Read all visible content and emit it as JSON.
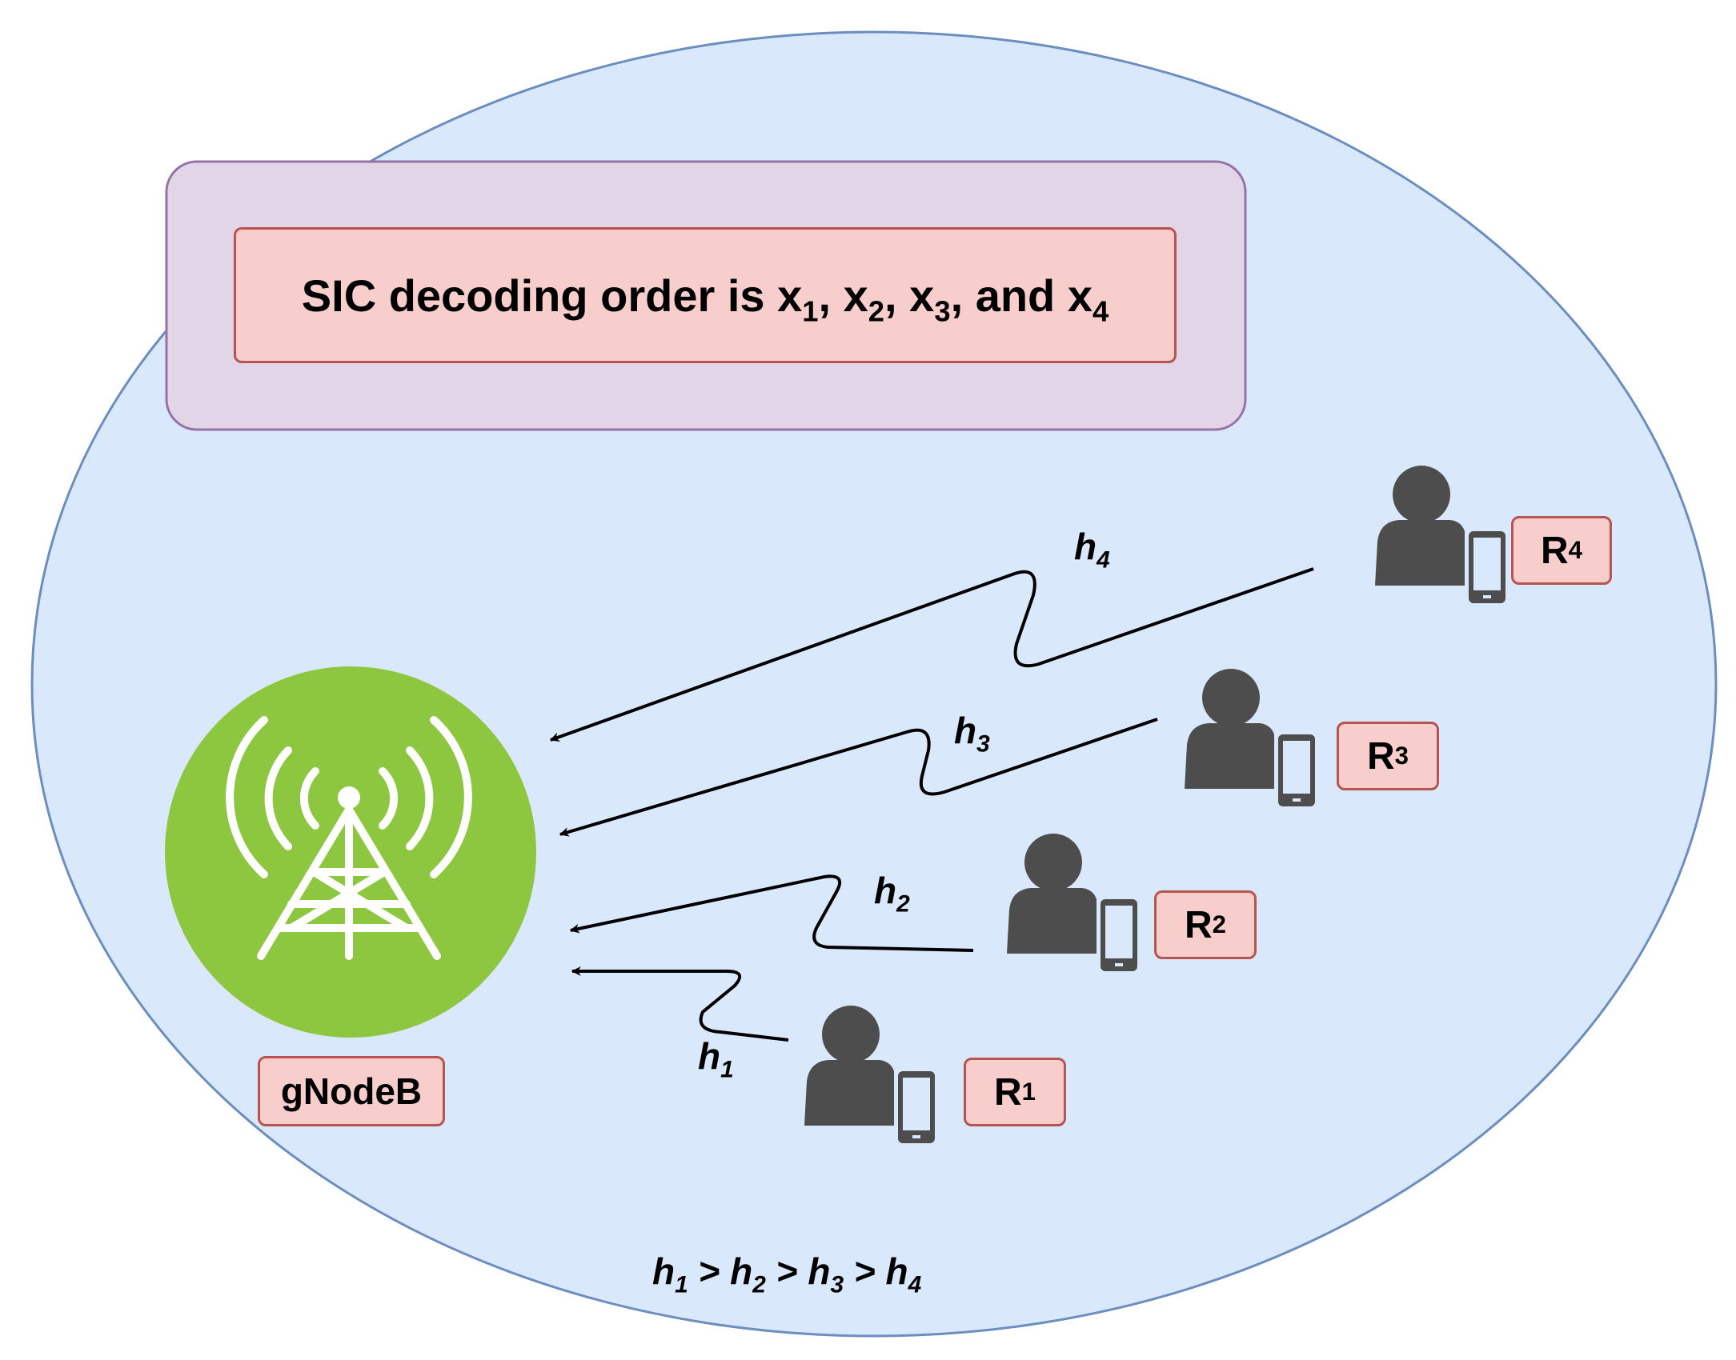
{
  "sic_box": {
    "text": "SIC decoding order is",
    "x1": "x",
    "x1_sub": "1",
    "x2": "x",
    "x2_sub": "2",
    "x3": "x",
    "x3_sub": "3",
    "and_x4": "and x",
    "x4_sub": "4"
  },
  "base_station": {
    "label": "gNodeB",
    "icon": "cell-tower-icon",
    "color": "#8dc63f"
  },
  "receivers": [
    {
      "label": "R",
      "sub": "1",
      "icon": "user-with-phone-icon"
    },
    {
      "label": "R",
      "sub": "2",
      "icon": "user-with-phone-icon"
    },
    {
      "label": "R",
      "sub": "3",
      "icon": "user-with-phone-icon"
    },
    {
      "label": "R",
      "sub": "4",
      "icon": "user-with-phone-icon"
    }
  ],
  "channels": [
    {
      "label": "h",
      "sub": "1"
    },
    {
      "label": "h",
      "sub": "2"
    },
    {
      "label": "h",
      "sub": "3"
    },
    {
      "label": "h",
      "sub": "4"
    }
  ],
  "relation": {
    "h1": "h",
    "h1_sub": "1",
    "gt1": " > ",
    "h2": "h",
    "h2_sub": "2",
    "gt2": " > ",
    "h3": "h",
    "h3_sub": "3",
    "gt3": " > ",
    "h4": "h",
    "h4_sub": "4"
  },
  "colors": {
    "cell": "#dae8fc",
    "cell_border": "#6c8ebf",
    "outer_box": "#e1d5e7",
    "outer_box_border": "#9673a6",
    "label_fill": "#f8cecc",
    "label_border": "#b85450",
    "person": "#4d4d4d"
  }
}
